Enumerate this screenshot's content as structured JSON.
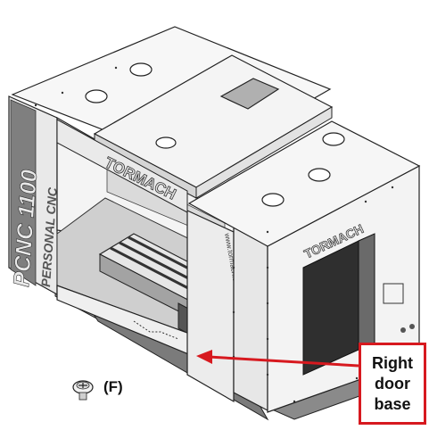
{
  "callout": {
    "lines": [
      "Right",
      "door",
      "base"
    ],
    "color": "#d7191f"
  },
  "fastener": {
    "label": "(F)",
    "icon": "screw-head-icon"
  },
  "machine": {
    "side_logo_model": "PCNC 1100",
    "side_logo_subtitle": "PERSONAL CNC",
    "brand_text": "TORMACH",
    "url_text": "www.tormach.com",
    "body_color": "#f2f2f2",
    "line_color": "#222222"
  }
}
